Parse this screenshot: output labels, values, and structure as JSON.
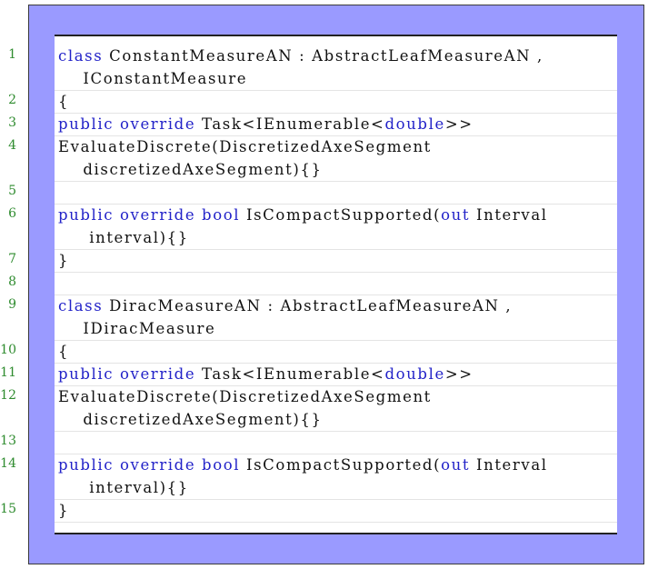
{
  "colors": {
    "frame": "#9a9aff",
    "keyword": "#2222c8",
    "line_number": "#2e8b2e",
    "text": "#111111"
  },
  "lines": [
    {
      "num": "1",
      "rows": [
        [
          {
            "t": "class",
            "kw": true
          },
          {
            "t": " ConstantMeasureAN : AbstractLeafMeasureAN ,"
          }
        ],
        [
          {
            "t": "    IConstantMeasure"
          }
        ]
      ]
    },
    {
      "num": "2",
      "rows": [
        [
          {
            "t": "{"
          }
        ]
      ]
    },
    {
      "num": "3",
      "rows": [
        [
          {
            "t": "public override",
            "kw": true
          },
          {
            "t": " Task<IEnumerable<"
          },
          {
            "t": "double",
            "kw": true
          },
          {
            "t": ">>"
          }
        ]
      ]
    },
    {
      "num": "4",
      "rows": [
        [
          {
            "t": "EvaluateDiscrete(DiscretizedAxeSegment"
          }
        ],
        [
          {
            "t": "    discretizedAxeSegment){}"
          }
        ]
      ]
    },
    {
      "num": "5",
      "rows": [
        [
          {
            "t": ""
          }
        ]
      ]
    },
    {
      "num": "6",
      "rows": [
        [
          {
            "t": "public override bool",
            "kw": true
          },
          {
            "t": " IsCompactSupported("
          },
          {
            "t": "out",
            "kw": true
          },
          {
            "t": " Interval"
          }
        ],
        [
          {
            "t": "     interval){}"
          }
        ]
      ]
    },
    {
      "num": "7",
      "rows": [
        [
          {
            "t": "}"
          }
        ]
      ]
    },
    {
      "num": "8",
      "rows": [
        [
          {
            "t": ""
          }
        ]
      ]
    },
    {
      "num": "9",
      "rows": [
        [
          {
            "t": "class",
            "kw": true
          },
          {
            "t": " DiracMeasureAN : AbstractLeafMeasureAN ,"
          }
        ],
        [
          {
            "t": "    IDiracMeasure"
          }
        ]
      ]
    },
    {
      "num": "10",
      "rows": [
        [
          {
            "t": "{"
          }
        ]
      ]
    },
    {
      "num": "11",
      "rows": [
        [
          {
            "t": "public override",
            "kw": true
          },
          {
            "t": " Task<IEnumerable<"
          },
          {
            "t": "double",
            "kw": true
          },
          {
            "t": ">>"
          }
        ]
      ]
    },
    {
      "num": "12",
      "rows": [
        [
          {
            "t": "EvaluateDiscrete(DiscretizedAxeSegment"
          }
        ],
        [
          {
            "t": "    discretizedAxeSegment){}"
          }
        ]
      ]
    },
    {
      "num": "13",
      "rows": [
        [
          {
            "t": ""
          }
        ]
      ]
    },
    {
      "num": "14",
      "rows": [
        [
          {
            "t": "public override bool",
            "kw": true
          },
          {
            "t": " IsCompactSupported("
          },
          {
            "t": "out",
            "kw": true
          },
          {
            "t": " Interval"
          }
        ],
        [
          {
            "t": "     interval){}"
          }
        ]
      ]
    },
    {
      "num": "15",
      "rows": [
        [
          {
            "t": "}"
          }
        ]
      ]
    }
  ]
}
